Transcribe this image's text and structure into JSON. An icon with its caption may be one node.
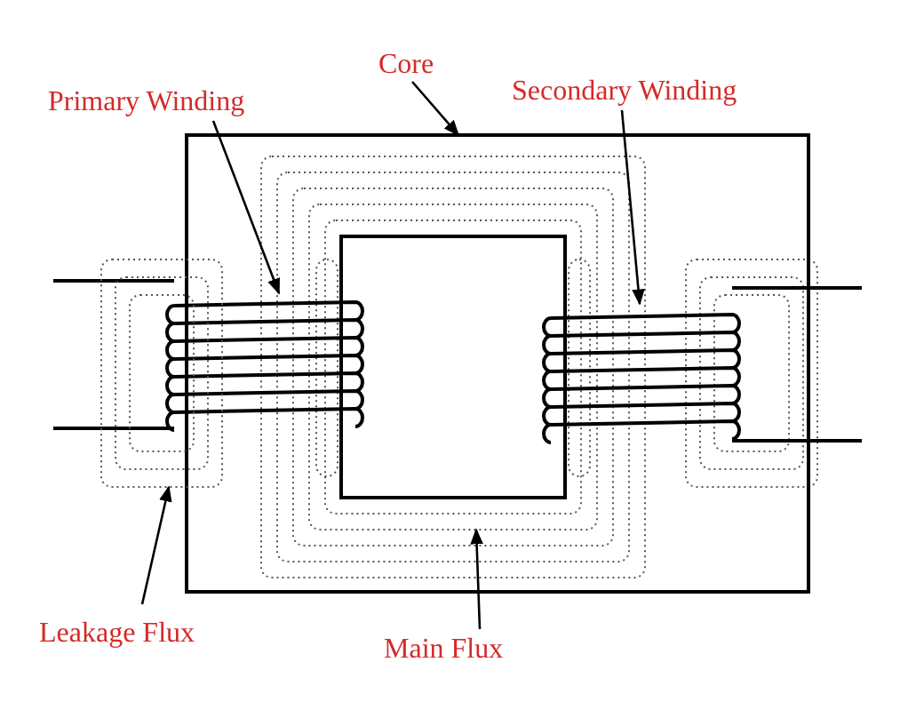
{
  "diagram": {
    "nodes": [
      {
        "text": [
          "Primary Winding"
        ]
      },
      {
        "text": [
          "Core"
        ]
      },
      {
        "text": [
          "Secondary Winding"
        ]
      },
      {
        "text": [
          "Leakage Flux"
        ]
      },
      {
        "text": [
          "Main Flux"
        ]
      },
      {
        "text": [],
        "shape": "box"
      },
      {
        "text": [],
        "shape": "coil"
      },
      {
        "text": [],
        "shape": "coil"
      },
      {
        "text": [],
        "shape": "loop"
      },
      {
        "text": [],
        "shape": "loop",
        "in": 5
      }
    ],
    "edges": [
      {
        "from": 0,
        "to": 6,
        "arrow": "to"
      },
      {
        "from": 1,
        "to": 5,
        "arrow": "to"
      },
      {
        "from": 2,
        "to": 7,
        "arrow": "to"
      },
      {
        "from": 3,
        "to": 8,
        "arrow": "to"
      },
      {
        "from": 4,
        "to": 9,
        "arrow": "to"
      }
    ]
  }
}
